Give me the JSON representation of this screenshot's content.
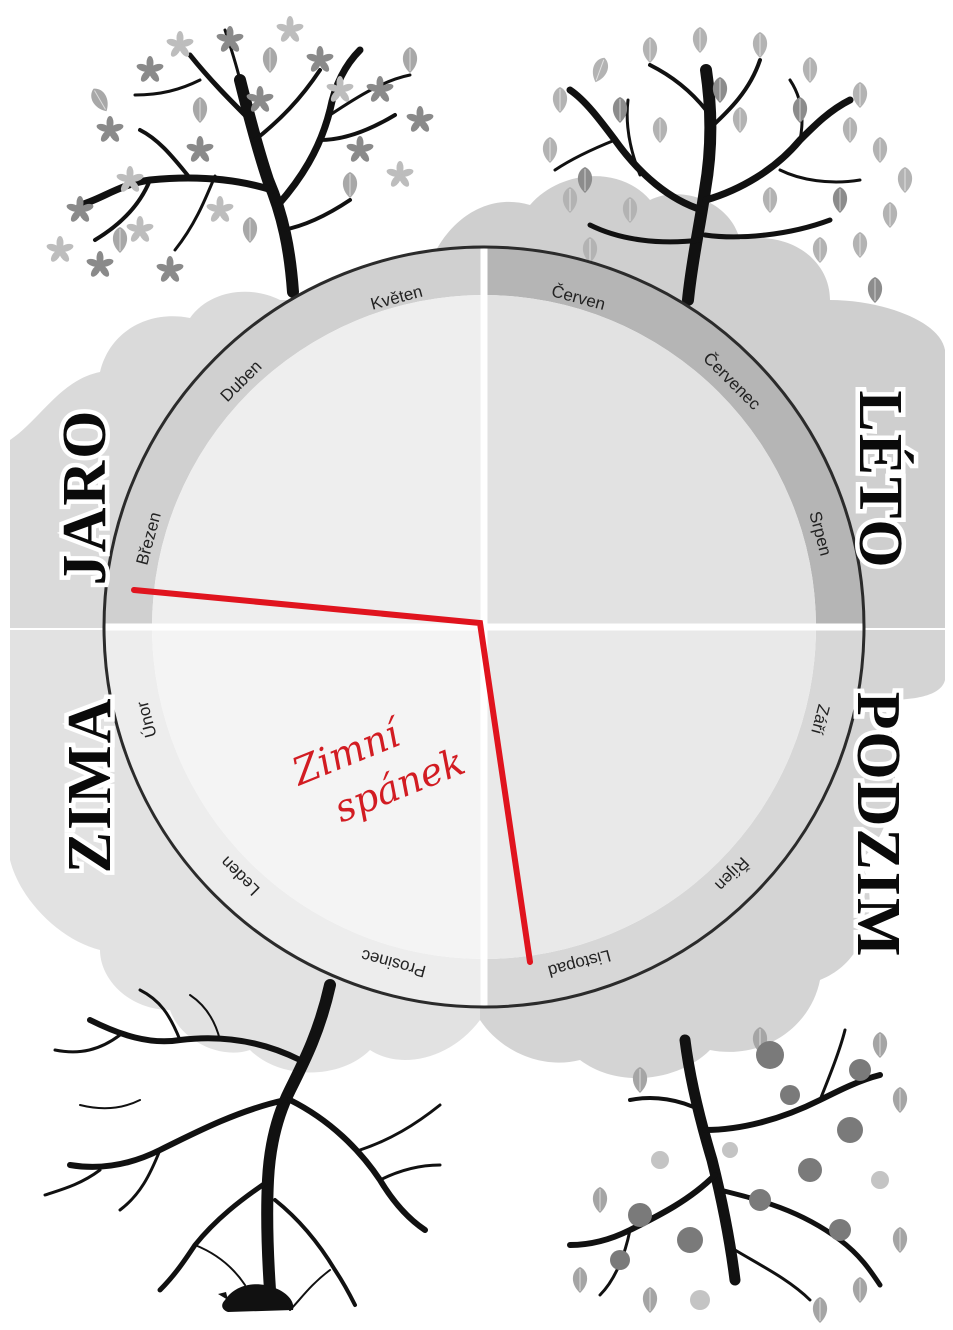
{
  "seasons": {
    "spring": "JARO",
    "summer": "LÉTO",
    "autumn": "PODZIM",
    "winter": "ZIMA"
  },
  "months": {
    "brezen": "Březen",
    "duben": "Duben",
    "kveten": "Květen",
    "cerven": "Červen",
    "cervenec": "Červenec",
    "srpen": "Srpen",
    "zari": "Září",
    "rijen": "Říjen",
    "listopad": "Listopad",
    "prosinec": "Prosinec",
    "leden": "Leden",
    "unor": "Únor"
  },
  "annotation": {
    "line1": "Zimní",
    "line2": "spánek"
  },
  "colors": {
    "hibernation_line": "#e0141e",
    "annotation_text": "#d21c22",
    "ring_dark": "#b9b9b9",
    "cloud": "#d6d6d6"
  },
  "icons": [
    "spring-tree-icon",
    "summer-tree-icon",
    "autumn-tree-icon",
    "winter-tree-icon",
    "hedgehog-icon"
  ]
}
